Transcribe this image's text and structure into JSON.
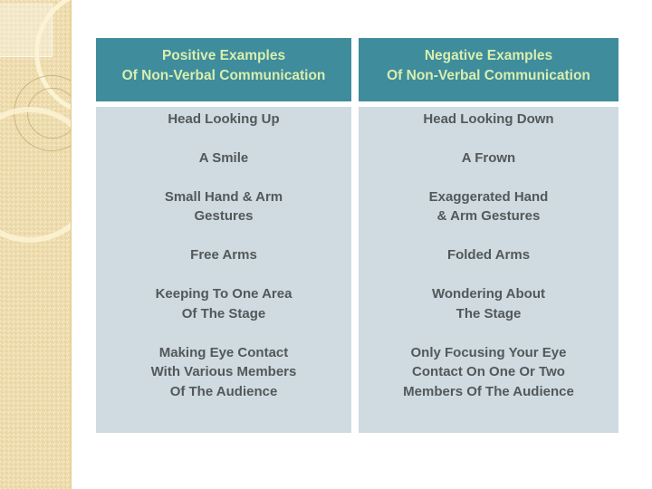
{
  "slide": {
    "table": {
      "columns": [
        {
          "header": "Positive Examples\nOf Non-Verbal Communication",
          "rows": [
            "Head Looking Up",
            "A Smile",
            "Small Hand & Arm\nGestures",
            "Free Arms",
            "Keeping To One Area\nOf The Stage",
            "Making Eye Contact\nWith Various Members\nOf The Audience"
          ]
        },
        {
          "header": "Negative Examples\nOf Non-Verbal Communication",
          "rows": [
            "Head Looking Down",
            "A Frown",
            "Exaggerated Hand\n& Arm Gestures",
            "Folded Arms",
            "Wondering About\nThe Stage",
            "Only Focusing Your Eye\nContact On One Or Two\nMembers Of The Audience"
          ]
        }
      ]
    },
    "colors": {
      "header_bg": "#3e8c9c",
      "header_text": "#d9eeae",
      "body_bg": "#cfdbe1",
      "body_text": "#53585a",
      "sidebar_bg": "#eedcab"
    }
  }
}
